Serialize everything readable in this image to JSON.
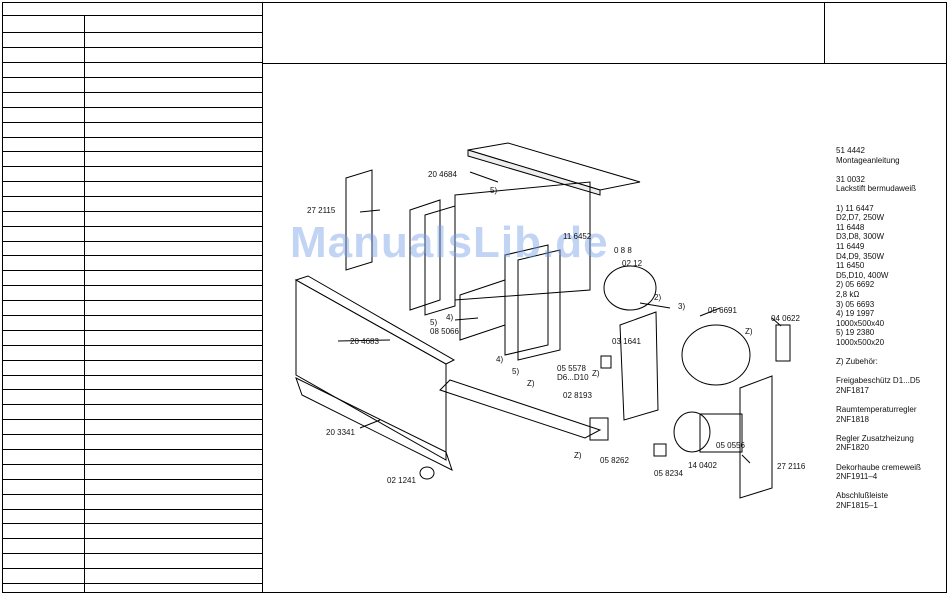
{
  "watermark": "ManualsLib.de",
  "callouts": {
    "c204684": "20 4684",
    "c5a": "5)",
    "c116452": "11 6452",
    "c058": "0 8 8",
    "c0212": "02 12",
    "c272115": "27 2115",
    "c4a": "4)",
    "c5b": "5)",
    "c085066": "08 5066",
    "c204683": "20 4683",
    "c4b": "4)",
    "c5c": "5)",
    "c2a": "2)",
    "c3a": "3)",
    "c056691": "05 6691",
    "c040622": "04 0622",
    "cza": "Z)",
    "c031641": "03 1641",
    "c055578": "05 5578",
    "cd6d10": "D6...D10",
    "czb": "Z)",
    "czc": "Z)",
    "c028193": "02 8193",
    "c203341": "20 3341",
    "czd": "Z)",
    "c058262": "05 8262",
    "c140402": "14 0402",
    "c058234": "05 8234",
    "c050556": "05 0556",
    "c272116": "27 2116",
    "c021241": "02 1241"
  },
  "parts": [
    "51 4442",
    "Montageanleitung",
    "",
    "31 0032",
    "Lackstift bermudaweiß",
    "",
    "1)  11 6447",
    "      D2,D7, 250W",
    "      11 6448",
    "      D3,D8, 300W",
    "      11 6449",
    "      D4,D9, 350W",
    "      11 6450",
    "      D5,D10, 400W",
    "2)  05 6692",
    "      2,8 kΩ",
    "3)  05 6693",
    "4)  19 1997",
    "      1000x500x40",
    "5)  19 2380",
    "      1000x500x20",
    "",
    "Z)  Zubehör:",
    "",
    "      Freigabeschütz D1...D5",
    "      2NF1817",
    "",
    "      Raumtemperaturregler",
    "      2NF1818",
    "",
    "      Regler Zusatzheizung",
    "      2NF1820",
    "",
    "      Dekorhaube cremeweiß",
    "      2NF1911–4",
    "",
    "      Abschlußleiste",
    "      2NF1815–1"
  ]
}
